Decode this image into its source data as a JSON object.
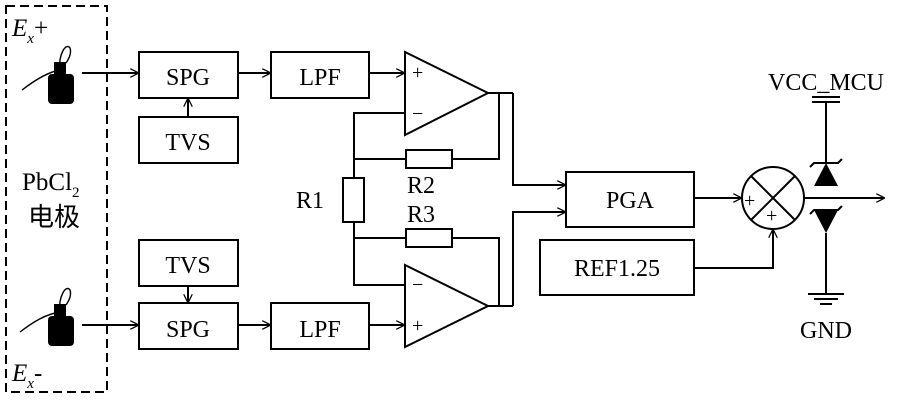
{
  "electrodes": {
    "positive": {
      "symbol": "E",
      "subscript": "x",
      "sign": "+"
    },
    "negative": {
      "symbol": "E",
      "subscript": "x",
      "sign": "-"
    },
    "material": {
      "main": "PbCl",
      "subscript": "2"
    },
    "label": "电极"
  },
  "blocks": {
    "spg_top": "SPG",
    "spg_bottom": "SPG",
    "tvs_top": "TVS",
    "tvs_bottom": "TVS",
    "lpf_top": "LPF",
    "lpf_bottom": "LPF",
    "pga": "PGA",
    "ref": "REF1.25"
  },
  "opamps": {
    "top": {
      "in1": "+",
      "in2": "−"
    },
    "bottom": {
      "in1": "−",
      "in2": "+"
    }
  },
  "resistors": {
    "r1": "R1",
    "r2": "R2",
    "r3": "R3"
  },
  "summer": {
    "in1": "+",
    "in2": "+"
  },
  "rails": {
    "vcc": "VCC_MCU",
    "gnd": "GND"
  },
  "colors": {
    "stroke": "#000000",
    "background": "#ffffff"
  }
}
